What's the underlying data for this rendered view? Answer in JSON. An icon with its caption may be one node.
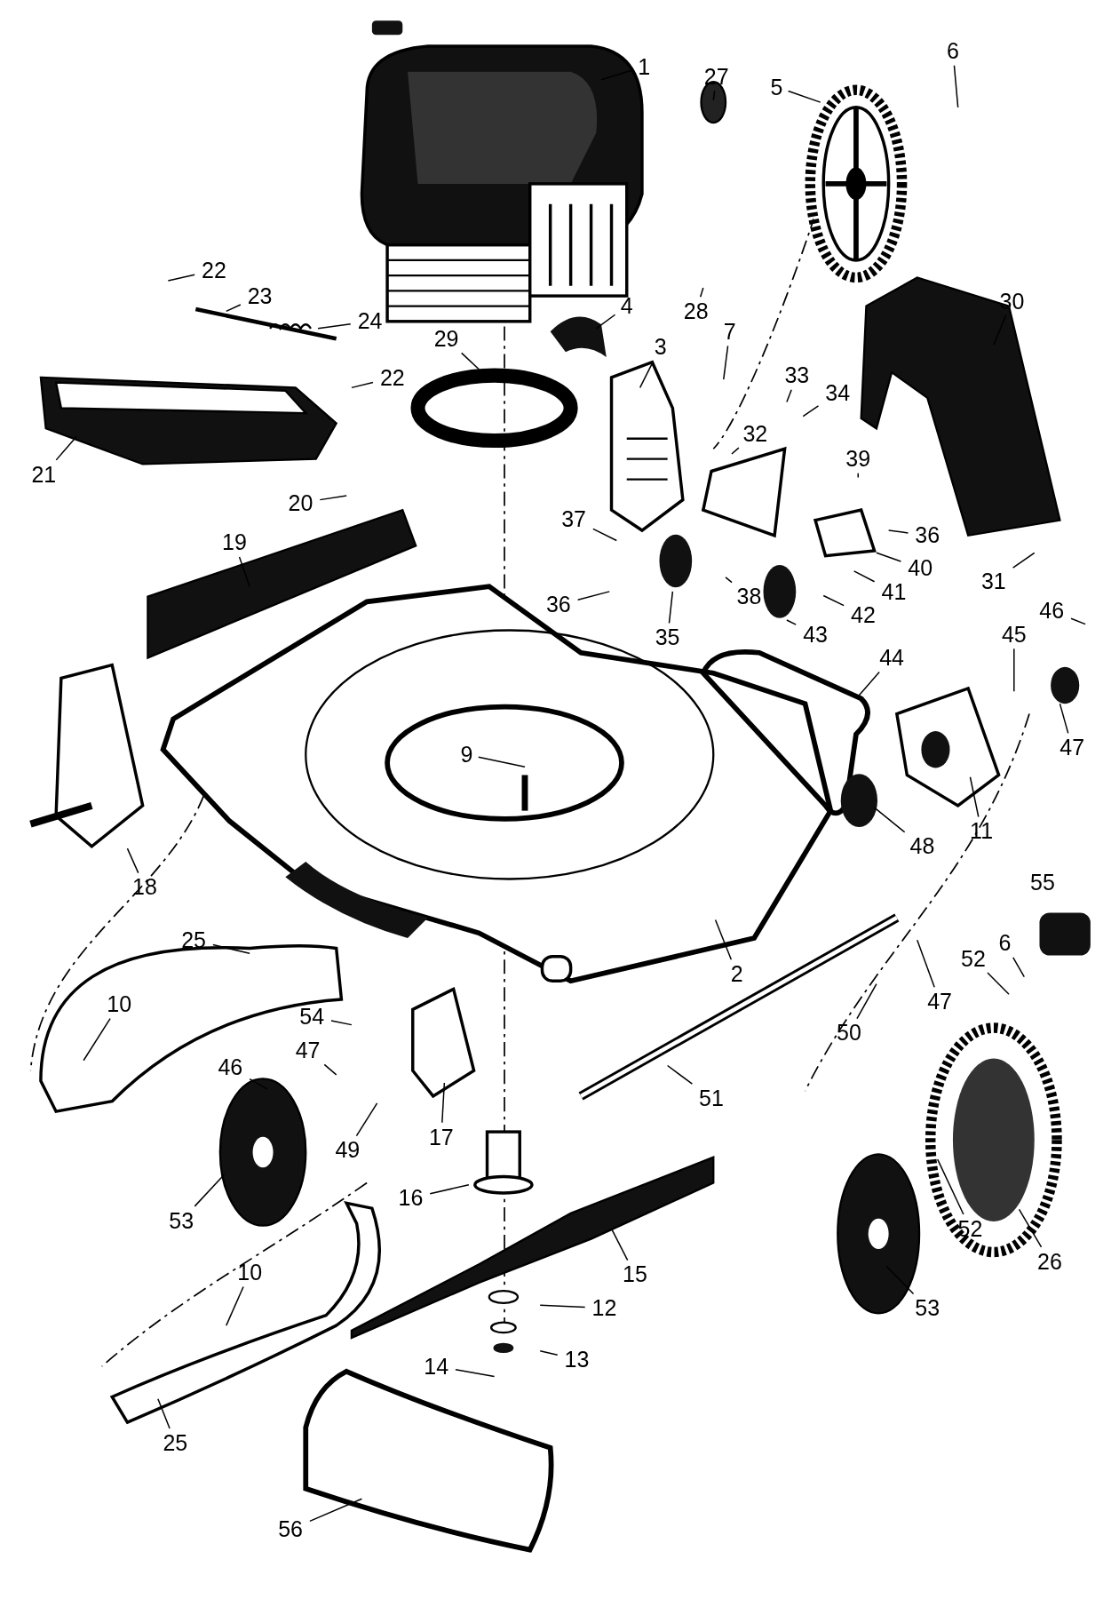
{
  "diagram": {
    "nodes": [
      {
        "text": [
          "1"
        ]
      },
      {
        "text": [
          "27"
        ]
      },
      {
        "text": [
          "6"
        ]
      },
      {
        "text": [
          "5"
        ]
      },
      {
        "text": [
          "22"
        ]
      },
      {
        "text": [
          "23"
        ]
      },
      {
        "text": [
          "24"
        ]
      },
      {
        "text": [
          "4"
        ]
      },
      {
        "text": [
          "28"
        ]
      },
      {
        "text": [
          "29"
        ]
      },
      {
        "text": [
          "3"
        ]
      },
      {
        "text": [
          "7"
        ]
      },
      {
        "text": [
          "30"
        ]
      },
      {
        "text": [
          "22"
        ]
      },
      {
        "text": [
          "33"
        ]
      },
      {
        "text": [
          "32"
        ]
      },
      {
        "text": [
          "34"
        ]
      },
      {
        "text": [
          "39"
        ]
      },
      {
        "text": [
          "21"
        ]
      },
      {
        "text": [
          "20"
        ]
      },
      {
        "text": [
          "37"
        ]
      },
      {
        "text": [
          "36"
        ]
      },
      {
        "text": [
          "40"
        ]
      },
      {
        "text": [
          "31"
        ]
      },
      {
        "text": [
          "19"
        ]
      },
      {
        "text": [
          "36"
        ]
      },
      {
        "text": [
          "38"
        ]
      },
      {
        "text": [
          "41"
        ]
      },
      {
        "text": [
          "35"
        ]
      },
      {
        "text": [
          "42"
        ]
      },
      {
        "text": [
          "43"
        ]
      },
      {
        "text": [
          "46"
        ]
      },
      {
        "text": [
          "45"
        ]
      },
      {
        "text": [
          "44"
        ]
      },
      {
        "text": [
          "47"
        ]
      },
      {
        "text": [
          "9"
        ]
      },
      {
        "text": [
          "48"
        ]
      },
      {
        "text": [
          "11"
        ]
      },
      {
        "text": [
          "18"
        ]
      },
      {
        "text": [
          "25"
        ]
      },
      {
        "text": [
          "6"
        ]
      },
      {
        "text": [
          "52"
        ]
      },
      {
        "text": [
          "2"
        ]
      },
      {
        "text": [
          "47"
        ]
      },
      {
        "text": [
          "10"
        ]
      },
      {
        "text": [
          "50"
        ]
      },
      {
        "text": [
          "54"
        ]
      },
      {
        "text": [
          "47"
        ]
      },
      {
        "text": [
          "46"
        ]
      },
      {
        "text": [
          "51"
        ]
      },
      {
        "text": [
          "49"
        ]
      },
      {
        "text": [
          "17"
        ]
      },
      {
        "text": [
          "16"
        ]
      },
      {
        "text": [
          "53"
        ]
      },
      {
        "text": [
          "52"
        ]
      },
      {
        "text": [
          "26"
        ]
      },
      {
        "text": [
          "15"
        ]
      },
      {
        "text": [
          "53"
        ]
      },
      {
        "text": [
          "10"
        ]
      },
      {
        "text": [
          "12"
        ]
      },
      {
        "text": [
          "13"
        ]
      },
      {
        "text": [
          "14"
        ]
      },
      {
        "text": [
          "25"
        ]
      },
      {
        "text": [
          "56"
        ]
      }
    ],
    "edges": [
      {
        "from": 0,
        "to": null,
        "arrow": "none"
      },
      {
        "from": 1,
        "to": null,
        "arrow": "none"
      },
      {
        "from": 2,
        "to": null,
        "arrow": "none"
      },
      {
        "from": 3,
        "to": null,
        "arrow": "none"
      },
      {
        "from": 4,
        "to": null,
        "arrow": "none"
      },
      {
        "from": 5,
        "to": null,
        "arrow": "none"
      },
      {
        "from": 6,
        "to": null,
        "arrow": "none"
      },
      {
        "from": 7,
        "to": null,
        "arrow": "none"
      },
      {
        "from": 8,
        "to": null,
        "arrow": "none"
      },
      {
        "from": 9,
        "to": null,
        "arrow": "none"
      },
      {
        "from": 10,
        "to": null,
        "arrow": "none"
      },
      {
        "from": 11,
        "to": null,
        "arrow": "none"
      },
      {
        "from": 12,
        "to": null,
        "arrow": "none"
      },
      {
        "from": 13,
        "to": null,
        "arrow": "none"
      },
      {
        "from": 14,
        "to": null,
        "arrow": "none"
      },
      {
        "from": 15,
        "to": null,
        "arrow": "none"
      },
      {
        "from": 16,
        "to": null,
        "arrow": "none"
      },
      {
        "from": 17,
        "to": null,
        "arrow": "none"
      },
      {
        "from": 18,
        "to": null,
        "arrow": "none"
      },
      {
        "from": 19,
        "to": null,
        "arrow": "none"
      },
      {
        "from": 20,
        "to": null,
        "arrow": "none"
      },
      {
        "from": 21,
        "to": null,
        "arrow": "none"
      },
      {
        "from": 22,
        "to": null,
        "arrow": "none"
      },
      {
        "from": 23,
        "to": null,
        "arrow": "none"
      },
      {
        "from": 24,
        "to": null,
        "arrow": "none"
      },
      {
        "from": 25,
        "to": null,
        "arrow": "none"
      },
      {
        "from": 26,
        "to": null,
        "arrow": "none"
      },
      {
        "from": 27,
        "to": null,
        "arrow": "none"
      },
      {
        "from": 28,
        "to": null,
        "arrow": "none"
      },
      {
        "from": 29,
        "to": null,
        "arrow": "none"
      },
      {
        "from": 30,
        "to": null,
        "arrow": "none"
      },
      {
        "from": 31,
        "to": null,
        "arrow": "none"
      },
      {
        "from": 32,
        "to": null,
        "arrow": "none"
      },
      {
        "from": 33,
        "to": null,
        "arrow": "none"
      },
      {
        "from": 34,
        "to": null,
        "arrow": "none"
      },
      {
        "from": 35,
        "to": null,
        "arrow": "none"
      },
      {
        "from": 36,
        "to": null,
        "arrow": "none"
      },
      {
        "from": 37,
        "to": null,
        "arrow": "none"
      },
      {
        "from": 38,
        "to": null,
        "arrow": "none"
      },
      {
        "from": 39,
        "to": null,
        "arrow": "none"
      },
      {
        "from": 40,
        "to": null,
        "arrow": "none"
      },
      {
        "from": 41,
        "to": null,
        "arrow": "none"
      },
      {
        "from": 42,
        "to": null,
        "arrow": "none"
      },
      {
        "from": 43,
        "to": null,
        "arrow": "none"
      },
      {
        "from": 44,
        "to": null,
        "arrow": "none"
      },
      {
        "from": 45,
        "to": null,
        "arrow": "none"
      },
      {
        "from": 46,
        "to": null,
        "arrow": "none"
      },
      {
        "from": 47,
        "to": null,
        "arrow": "none"
      },
      {
        "from": 48,
        "to": null,
        "arrow": "none"
      },
      {
        "from": 49,
        "to": null,
        "arrow": "none"
      },
      {
        "from": 50,
        "to": null,
        "arrow": "none"
      },
      {
        "from": 51,
        "to": null,
        "arrow": "none"
      },
      {
        "from": 52,
        "to": null,
        "arrow": "none"
      },
      {
        "from": 53,
        "to": null,
        "arrow": "none"
      },
      {
        "from": 54,
        "to": null,
        "arrow": "none"
      },
      {
        "from": 55,
        "to": null,
        "arrow": "none"
      },
      {
        "from": 56,
        "to": null,
        "arrow": "none"
      },
      {
        "from": 57,
        "to": null,
        "arrow": "none"
      },
      {
        "from": 58,
        "to": null,
        "arrow": "none"
      },
      {
        "from": 59,
        "to": null,
        "arrow": "none"
      },
      {
        "from": 60,
        "to": null,
        "arrow": "none"
      },
      {
        "from": 61,
        "to": null,
        "arrow": "none"
      },
      {
        "from": 62,
        "to": null,
        "arrow": "none"
      },
      {
        "from": 63,
        "to": null,
        "arrow": "none"
      }
    ],
    "labels": [
      "55"
    ]
  }
}
